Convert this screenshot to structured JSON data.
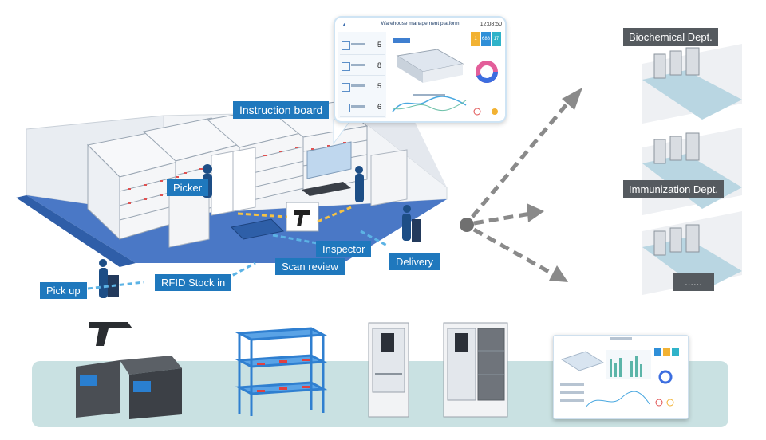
{
  "labels": {
    "instruction_board": "Instruction board",
    "picker": "Picker",
    "inspector": "Inspector",
    "scan_review": "Scan review",
    "delivery": "Delivery",
    "pick_up": "Pick up",
    "rfid_stock_in": "RFID Stock in"
  },
  "departments": {
    "biochemical": "Biochemical Dept.",
    "immunization": "Immunization Dept.",
    "more": "......"
  },
  "dashboard": {
    "title": "Warehouse management platform",
    "time": "12:08:50",
    "left_values": [
      "5",
      "8",
      "5",
      "6"
    ],
    "kpi_values": [
      "1",
      "688",
      "17"
    ]
  },
  "colors": {
    "label_blue": "#1f78bd",
    "dept_gray": "#555a5f",
    "floor_blue": "#4a78c6",
    "arrow_gray": "#8a8a8a",
    "band_teal": "#c9e1e2"
  }
}
